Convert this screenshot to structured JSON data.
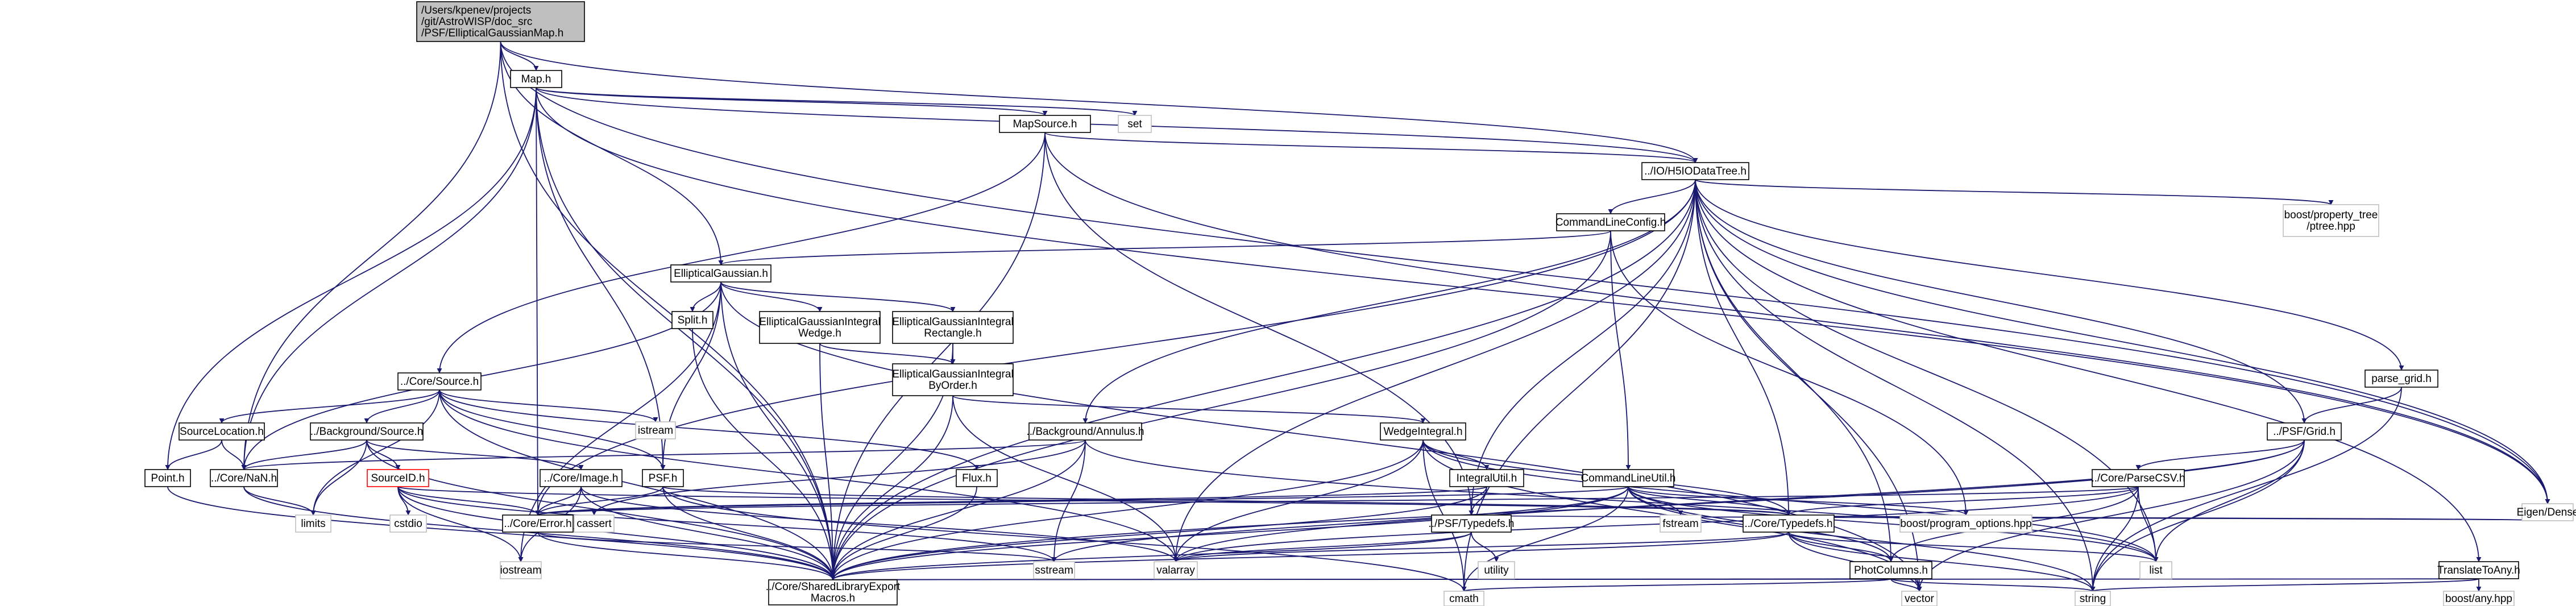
{
  "colors": {
    "edge": "#191970",
    "root_fill": "#bfbfbf",
    "box_border": "#000000",
    "external_border": "#bfbfbf",
    "highlight_border": "#ff0000",
    "background": "#ffffff"
  },
  "nodes": {
    "root": [
      "/Users/kpenev/projects",
      "/git/AstroWISP/doc_src",
      "/PSF/EllipticalGaussianMap.h"
    ],
    "map_h": [
      "Map.h"
    ],
    "set": [
      "set"
    ],
    "mapsource_h": [
      "MapSource.h"
    ],
    "iohdf5": [
      "../IO/H5IODataTree.h"
    ],
    "bpt": [
      "boost/property_tree",
      "/ptree.hpp"
    ],
    "cmdconfig": [
      "CommandLineConfig.h"
    ],
    "ellgauss": [
      "EllipticalGaussian.h"
    ],
    "split": [
      "Split.h"
    ],
    "egwedge": [
      "EllipticalGaussianIntegral",
      "Wedge.h"
    ],
    "egrect": [
      "EllipticalGaussianIntegral",
      "Rectangle.h"
    ],
    "egbyorder": [
      "EllipticalGaussianIntegral",
      "ByOrder.h"
    ],
    "parsegrid": [
      "parse_grid.h"
    ],
    "coresource": [
      "../Core/Source.h"
    ],
    "istream": [
      "istream"
    ],
    "sourceloc": [
      "SourceLocation.h"
    ],
    "bgsource": [
      "../Background/Source.h"
    ],
    "bgannulus": [
      "../Background/Annulus.h"
    ],
    "wedgeint": [
      "WedgeIntegral.h"
    ],
    "psfgrid": [
      "../PSF/Grid.h"
    ],
    "sourceid": [
      "SourceID.h"
    ],
    "coreimage": [
      "../Core/Image.h"
    ],
    "psf_h": [
      "PSF.h"
    ],
    "flux_h": [
      "Flux.h"
    ],
    "integralutil": [
      "IntegralUtil.h"
    ],
    "cmdutil": [
      "CommandLineUtil.h"
    ],
    "parsecsv": [
      "../Core/ParseCSV.h"
    ],
    "point_h": [
      "Point.h"
    ],
    "corenan": [
      "../Core/NaN.h"
    ],
    "limits": [
      "limits"
    ],
    "cstdio": [
      "cstdio"
    ],
    "cassert": [
      "cassert"
    ],
    "coreerror": [
      "../Core/Error.h"
    ],
    "iostream": [
      "iostream"
    ],
    "sstream": [
      "sstream"
    ],
    "psftypedefs": [
      "../PSF/Typedefs.h"
    ],
    "utility": [
      "utility"
    ],
    "valarray": [
      "valarray"
    ],
    "fstream": [
      "fstream"
    ],
    "boostpo": [
      "boost/program_options.hpp"
    ],
    "coretypedefs": [
      "../Core/Typedefs.h"
    ],
    "photcol": [
      "PhotColumns.h"
    ],
    "list": [
      "list"
    ],
    "eigen": [
      "Eigen/Dense"
    ],
    "translate": [
      "TranslateToAny.h"
    ],
    "boostany": [
      "boost/any.hpp"
    ],
    "export": [
      "../Core/SharedLibraryExport",
      "Macros.h"
    ],
    "cmath": [
      "cmath"
    ],
    "vector": [
      "vector"
    ],
    "string": [
      "string"
    ]
  }
}
